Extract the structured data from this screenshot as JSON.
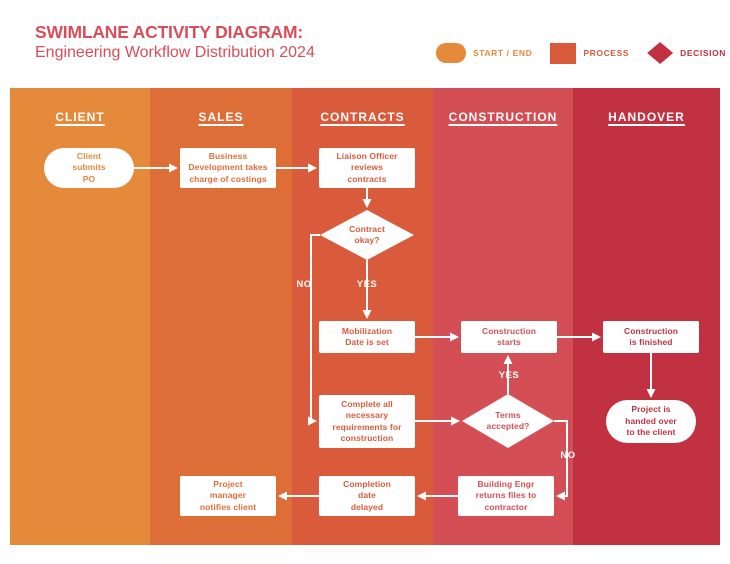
{
  "header": {
    "title": "SWIMLANE ACTIVITY DIAGRAM:",
    "subtitle": "Engineering Workflow Distribution 2024",
    "title_color": "#D84E58"
  },
  "legend": {
    "items": [
      {
        "label": "START / END",
        "shape": "start-end-pill",
        "color": "#E5893B"
      },
      {
        "label": "PROCESS",
        "shape": "process-rect",
        "color": "#DA5A3C"
      },
      {
        "label": "DECISION",
        "shape": "decision-diamond",
        "color": "#C23142"
      }
    ]
  },
  "lanes": [
    {
      "label": "CLIENT",
      "color": "#E5893B"
    },
    {
      "label": "SALES",
      "color": "#DE6E38"
    },
    {
      "label": "CONTRACTS",
      "color": "#DA5A3C"
    },
    {
      "label": "CONSTRUCTION",
      "color": "#D34E55"
    },
    {
      "label": "HANDOVER",
      "color": "#C23142"
    }
  ],
  "nodes": [
    {
      "id": "client-submits-po",
      "type": "start-end",
      "lane": "CLIENT",
      "label": "Client\nsubmits\nPO",
      "color": "#E5893B"
    },
    {
      "id": "business-development-costings",
      "type": "process",
      "lane": "SALES",
      "label": "Business\nDevelopment takes\ncharge of costings",
      "color": "#DE6E38"
    },
    {
      "id": "liaison-officer-reviews-contracts",
      "type": "process",
      "lane": "CONTRACTS",
      "label": "Liaison Officer\nreviews\ncontracts",
      "color": "#DA5A3C"
    },
    {
      "id": "contract-okay",
      "type": "decision",
      "lane": "CONTRACTS",
      "label": "Contract\nokay?",
      "color": "#DA5A3C"
    },
    {
      "id": "mobilization-date-set",
      "type": "process",
      "lane": "CONTRACTS",
      "label": "Mobilization\nDate is set",
      "color": "#DA5A3C"
    },
    {
      "id": "construction-starts",
      "type": "process",
      "lane": "CONSTRUCTION",
      "label": "Construction\nstarts",
      "color": "#D34E55"
    },
    {
      "id": "construction-finished",
      "type": "process",
      "lane": "HANDOVER",
      "label": "Construction\nis finished",
      "color": "#C23142"
    },
    {
      "id": "complete-requirements-construction",
      "type": "process",
      "lane": "CONTRACTS",
      "label": "Complete all\nnecessary\nrequirements for\nconstruction",
      "color": "#DA5A3C"
    },
    {
      "id": "terms-accepted",
      "type": "decision",
      "lane": "CONSTRUCTION",
      "label": "Terms\naccepted?",
      "color": "#D34E55"
    },
    {
      "id": "project-handed-over",
      "type": "start-end",
      "lane": "HANDOVER",
      "label": "Project is\nhanded over\nto the client",
      "color": "#C23142"
    },
    {
      "id": "project-manager-notifies-client",
      "type": "process",
      "lane": "SALES",
      "label": "Project\nmanager\nnotifies client",
      "color": "#DE6E38"
    },
    {
      "id": "completion-date-delayed",
      "type": "process",
      "lane": "CONTRACTS",
      "label": "Completion\ndate\ndelayed",
      "color": "#DA5A3C"
    },
    {
      "id": "building-engr-returns-files",
      "type": "process",
      "lane": "CONSTRUCTION",
      "label": "Building Engr\nreturns files to\ncontractor",
      "color": "#D34E55"
    }
  ],
  "edge_labels": [
    {
      "id": "contract-no",
      "text": "NO"
    },
    {
      "id": "contract-yes",
      "text": "YES"
    },
    {
      "id": "terms-yes",
      "text": "YES"
    },
    {
      "id": "terms-no",
      "text": "NO"
    }
  ]
}
